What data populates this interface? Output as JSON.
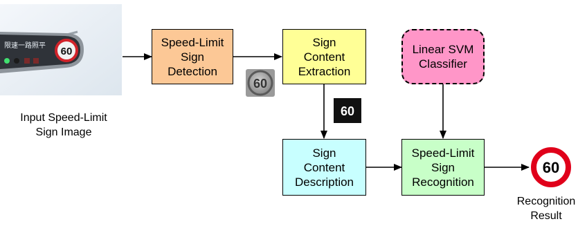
{
  "input": {
    "caption": "Input Speed-Limit\nSign Image",
    "sign_text": "60",
    "board_text": "限速一路照平"
  },
  "boxes": {
    "detection": "Speed-Limit\nSign\nDetection",
    "extraction": "Sign\nContent\nExtraction",
    "svm": "Linear SVM\nClassifier",
    "description": "Sign\nContent\nDescription",
    "recognition": "Speed-Limit\nSign\nRecognition"
  },
  "thumbnails": {
    "gray_sign_text": "60",
    "binary_text": "60"
  },
  "result": {
    "caption": "Recognition\nResult",
    "sign_text": "60"
  },
  "colors": {
    "detection_fill": "#fcc896",
    "extraction_fill": "#ffff96",
    "svm_fill": "#ff96c8",
    "description_fill": "#c8ffff",
    "recognition_fill": "#c8ffc8",
    "sign_red": "#e0001a"
  }
}
